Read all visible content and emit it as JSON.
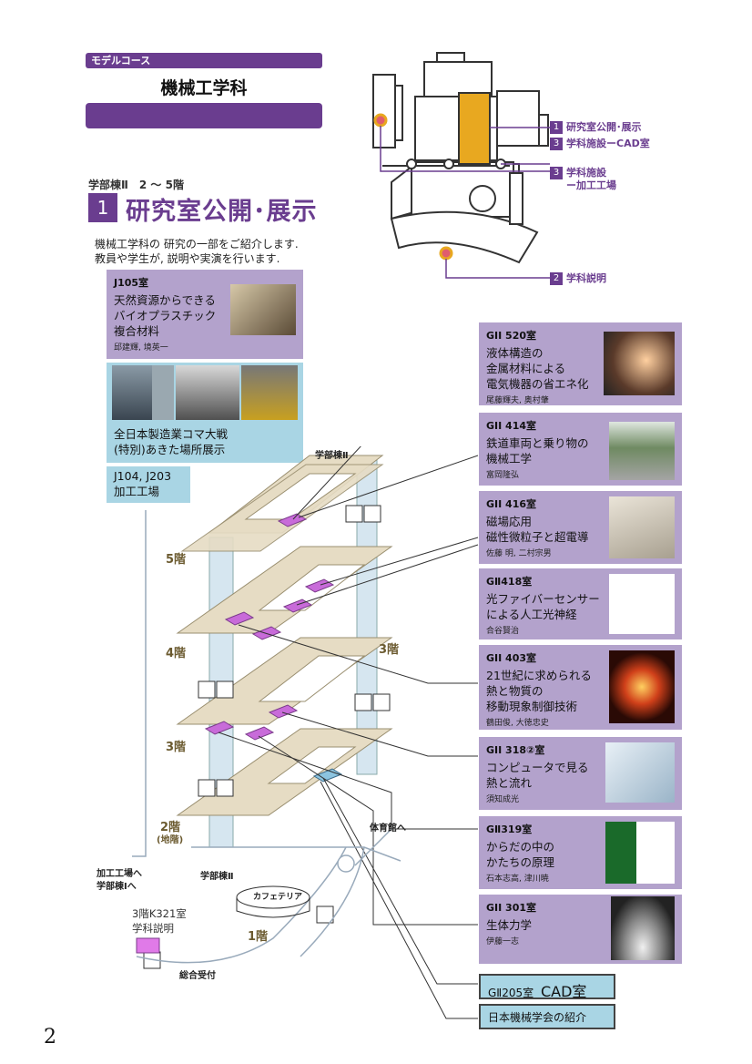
{
  "header": {
    "tag": "モデルコース",
    "dept": "機械工学科"
  },
  "section": {
    "building": "学部棟Ⅱ　2 ～ 5階",
    "number": "1",
    "title": "研究室公開･展示",
    "intro_1": "機械工学科の 研究の一部をご紹介します.",
    "intro_2": "教員や学生が, 説明や実演を行います."
  },
  "legend": [
    {
      "num": "1",
      "text": "研究室公開･展示"
    },
    {
      "num": "3",
      "text": "学科施設ーCAD室"
    },
    {
      "num": "3",
      "text": "学科施設\n ー加工工場"
    },
    {
      "num": "2",
      "text": "学科説明"
    }
  ],
  "left_cards": {
    "j105": {
      "room": "J105室",
      "title": "天然資源からできる\nバイオプラスチック\n複合材料",
      "people": "邱建輝, 境英一"
    },
    "contest": "全日本製造業コマ大戦\n(特別)あきた場所展示",
    "workshop": "J104, J203\n加工工場"
  },
  "rooms": [
    {
      "room": "GII 520室",
      "title": "液体構造の\n金属材料による\n電気機器の省エネ化",
      "people": "尾藤輝夫, 奥村肇"
    },
    {
      "room": "GII 414室",
      "title": "鉄道車両と乗り物の\n機械工学",
      "people": "富岡隆弘"
    },
    {
      "room": "GII 416室",
      "title": "磁場応用\n磁性微粒子と超電導",
      "people": "佐藤 明, 二村宗男"
    },
    {
      "room": "GⅡ418室",
      "title": "光ファイバーセンサー\nによる人工光神経",
      "people": "合谷賢治"
    },
    {
      "room": "GII 403室",
      "title": "21世紀に求められる\n熱と物質の\n移動現象制御技術",
      "people": "鶴田俊, 大徳忠史"
    },
    {
      "room": "GII 318②室",
      "title": "コンピュータで見る\n熱と流れ",
      "people": "須知成光"
    },
    {
      "room": "GⅡ319室",
      "title": "からだの中の\nかたちの原理",
      "people": "石本志高, 津川暁"
    },
    {
      "room": "GII 301室",
      "title": "生体力学",
      "people": "伊藤一志"
    }
  ],
  "bottom_boxes": {
    "cad_room": "GⅡ205室",
    "cad_label": "CAD室",
    "society": "日本機械学会の紹介"
  },
  "map": {
    "building2_top": "学部棟Ⅱ",
    "building2_bottom": "学部棟Ⅱ",
    "floor5": "5階",
    "floor4": "4階",
    "floor3": "3階",
    "floor3_right": "3階",
    "floor2": "2階",
    "floor2_sub": "(地階)",
    "floor1": "1階",
    "to_workshop": "加工工場へ",
    "to_building1": "学部棟Ⅰへ",
    "to_gym": "体育館へ",
    "cafeteria": "カフェテリア",
    "k321_room": "3階K321室",
    "k321_label": "学科説明",
    "reception": "総合受付"
  },
  "page_number": "2",
  "colors": {
    "purple": "#6a3d8f",
    "lavender": "#b3a2cc",
    "lightblue": "#a9d5e4",
    "floor": "#e6dcc4",
    "magenta": "#c86bd9"
  }
}
